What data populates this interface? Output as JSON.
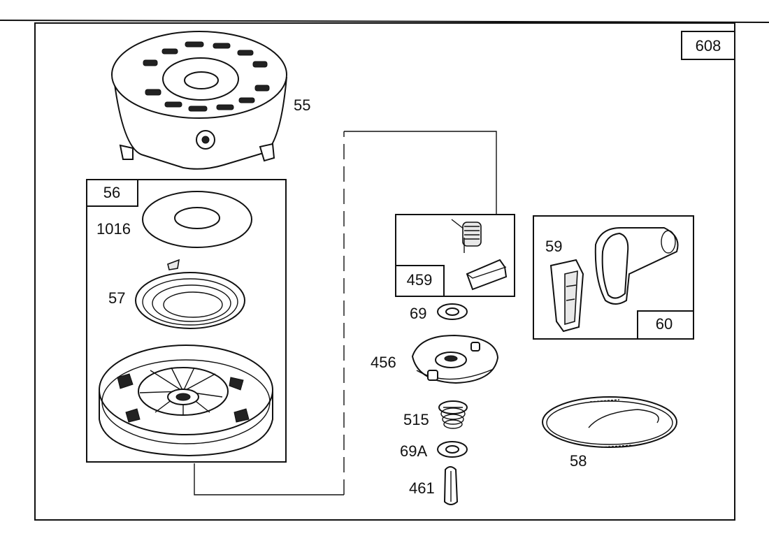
{
  "diagram": {
    "labels": {
      "assembly": "608",
      "housing": "55",
      "pulley_kit": "56",
      "washer_1016": "1016",
      "spring_57": "57",
      "pawl_kit": "459",
      "washer_69": "69",
      "retainer_456": "456",
      "spring_515": "515",
      "washer_69a": "69A",
      "pin_461": "461",
      "grip_insert_59": "59",
      "handle_60": "60",
      "rope_58": "58"
    }
  }
}
